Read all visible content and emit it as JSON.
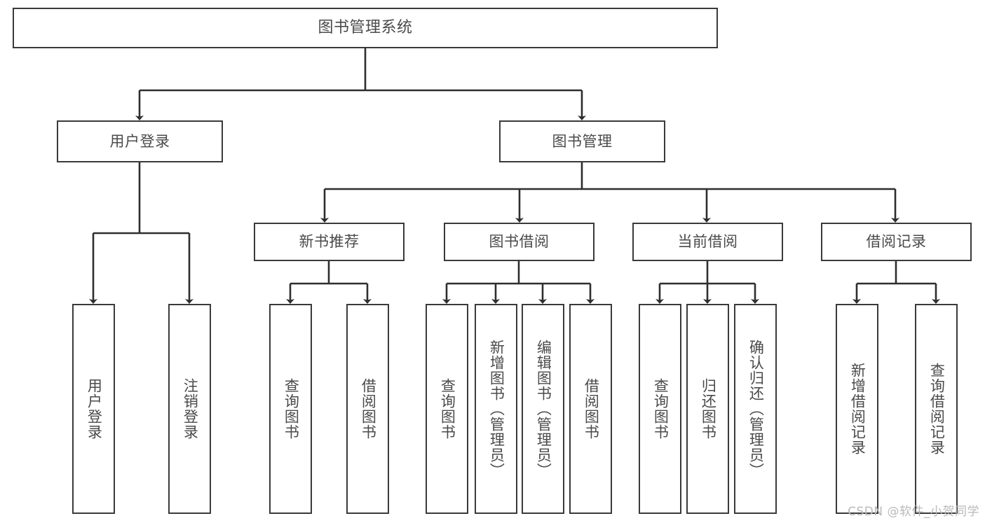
{
  "diagram": {
    "title": "图书管理系统",
    "watermark": "CSDN @软件_小贺同学",
    "line_color": "#3a3a3a",
    "text_color": "#4a4a4a",
    "background": "#ffffff",
    "root": {
      "label": "图书管理系统"
    },
    "level2": [
      {
        "label": "用户登录"
      },
      {
        "label": "图书管理"
      }
    ],
    "level3": [
      {
        "label": "新书推荐"
      },
      {
        "label": "图书借阅"
      },
      {
        "label": "当前借阅"
      },
      {
        "label": "借阅记录"
      }
    ],
    "leaves": {
      "user_login": [
        {
          "label": "用户登录"
        },
        {
          "label": "注销登录"
        }
      ],
      "new_book_recommend": [
        {
          "label": "查询图书"
        },
        {
          "label": "借阅图书"
        }
      ],
      "book_borrow": [
        {
          "label": "查询图书"
        },
        {
          "label": "新增图书（管理员）"
        },
        {
          "label": "编辑图书（管理员）"
        },
        {
          "label": "借阅图书"
        }
      ],
      "current_borrow": [
        {
          "label": "查询图书"
        },
        {
          "label": "归还图书"
        },
        {
          "label": "确认归还（管理员）"
        }
      ],
      "borrow_record": [
        {
          "label": "新增借阅记录"
        },
        {
          "label": "查询借阅记录"
        }
      ]
    }
  }
}
